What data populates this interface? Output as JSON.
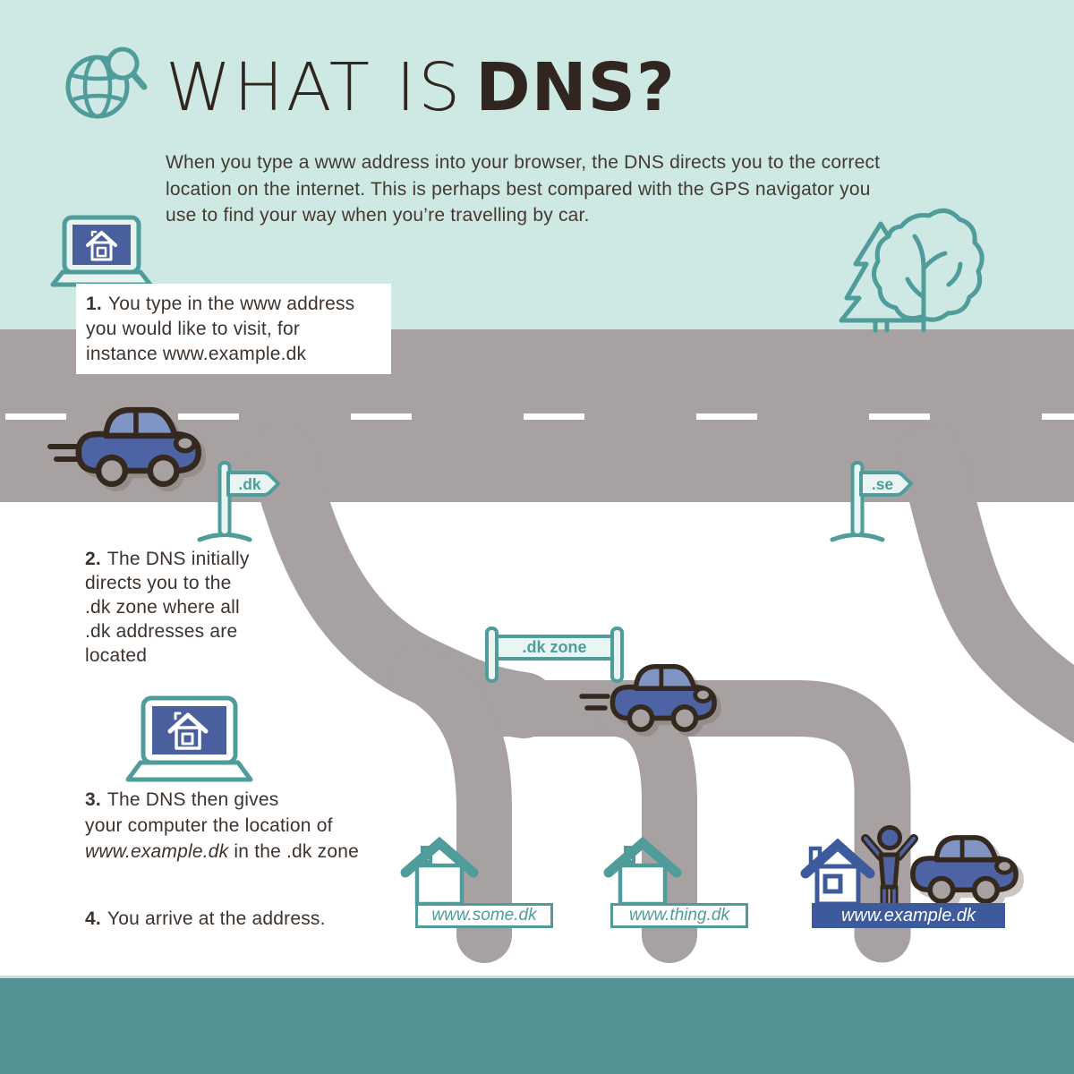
{
  "header": {
    "icon": "globe-magnifier",
    "title_thin": "WHAT IS",
    "title_bold": "DNS?",
    "intro_lines": [
      "When you type a www address into your browser, the DNS directs you to the correct",
      "location on the internet. This is perhaps best compared with the GPS navigator you",
      "use to find your way when you’re travelling by car."
    ]
  },
  "steps": [
    {
      "num": "1.",
      "lines": [
        "You type in the www address",
        "you would like to visit, for",
        "instance www.example.dk"
      ]
    },
    {
      "num": "2.",
      "lines": [
        "The DNS initially",
        "directs you to the",
        ".dk zone where all",
        ".dk addresses are",
        "located"
      ]
    },
    {
      "num": "3.",
      "lines": [
        "The DNS then gives",
        "your computer the location of"
      ],
      "italic": "www.example.dk",
      "after_italic": " in the .dk zone"
    },
    {
      "num": "4.",
      "text": "You arrive at the address."
    }
  ],
  "road_signs": {
    "dk": ".dk",
    "se": ".se",
    "zone_gate": ".dk zone"
  },
  "destinations": [
    {
      "label": "www.some.dk"
    },
    {
      "label": "www.thing.dk"
    },
    {
      "label": "www.example.dk",
      "highlight": true
    }
  ],
  "colors": {
    "mint_bg": "#cee8e4",
    "road_gray": "#a7a1a2",
    "teal_accent": "#4f9c9a",
    "sign_fill": "#e9f5f3",
    "text_dark": "#3e332c",
    "car_blue": "#4d63a3",
    "window_blue": "#8095c4",
    "deep_blue": "#3d5a9d",
    "laptop_screen_blue": "#4a5f9e",
    "footer_teal": "#539393",
    "dash_white": "#ffffff"
  }
}
